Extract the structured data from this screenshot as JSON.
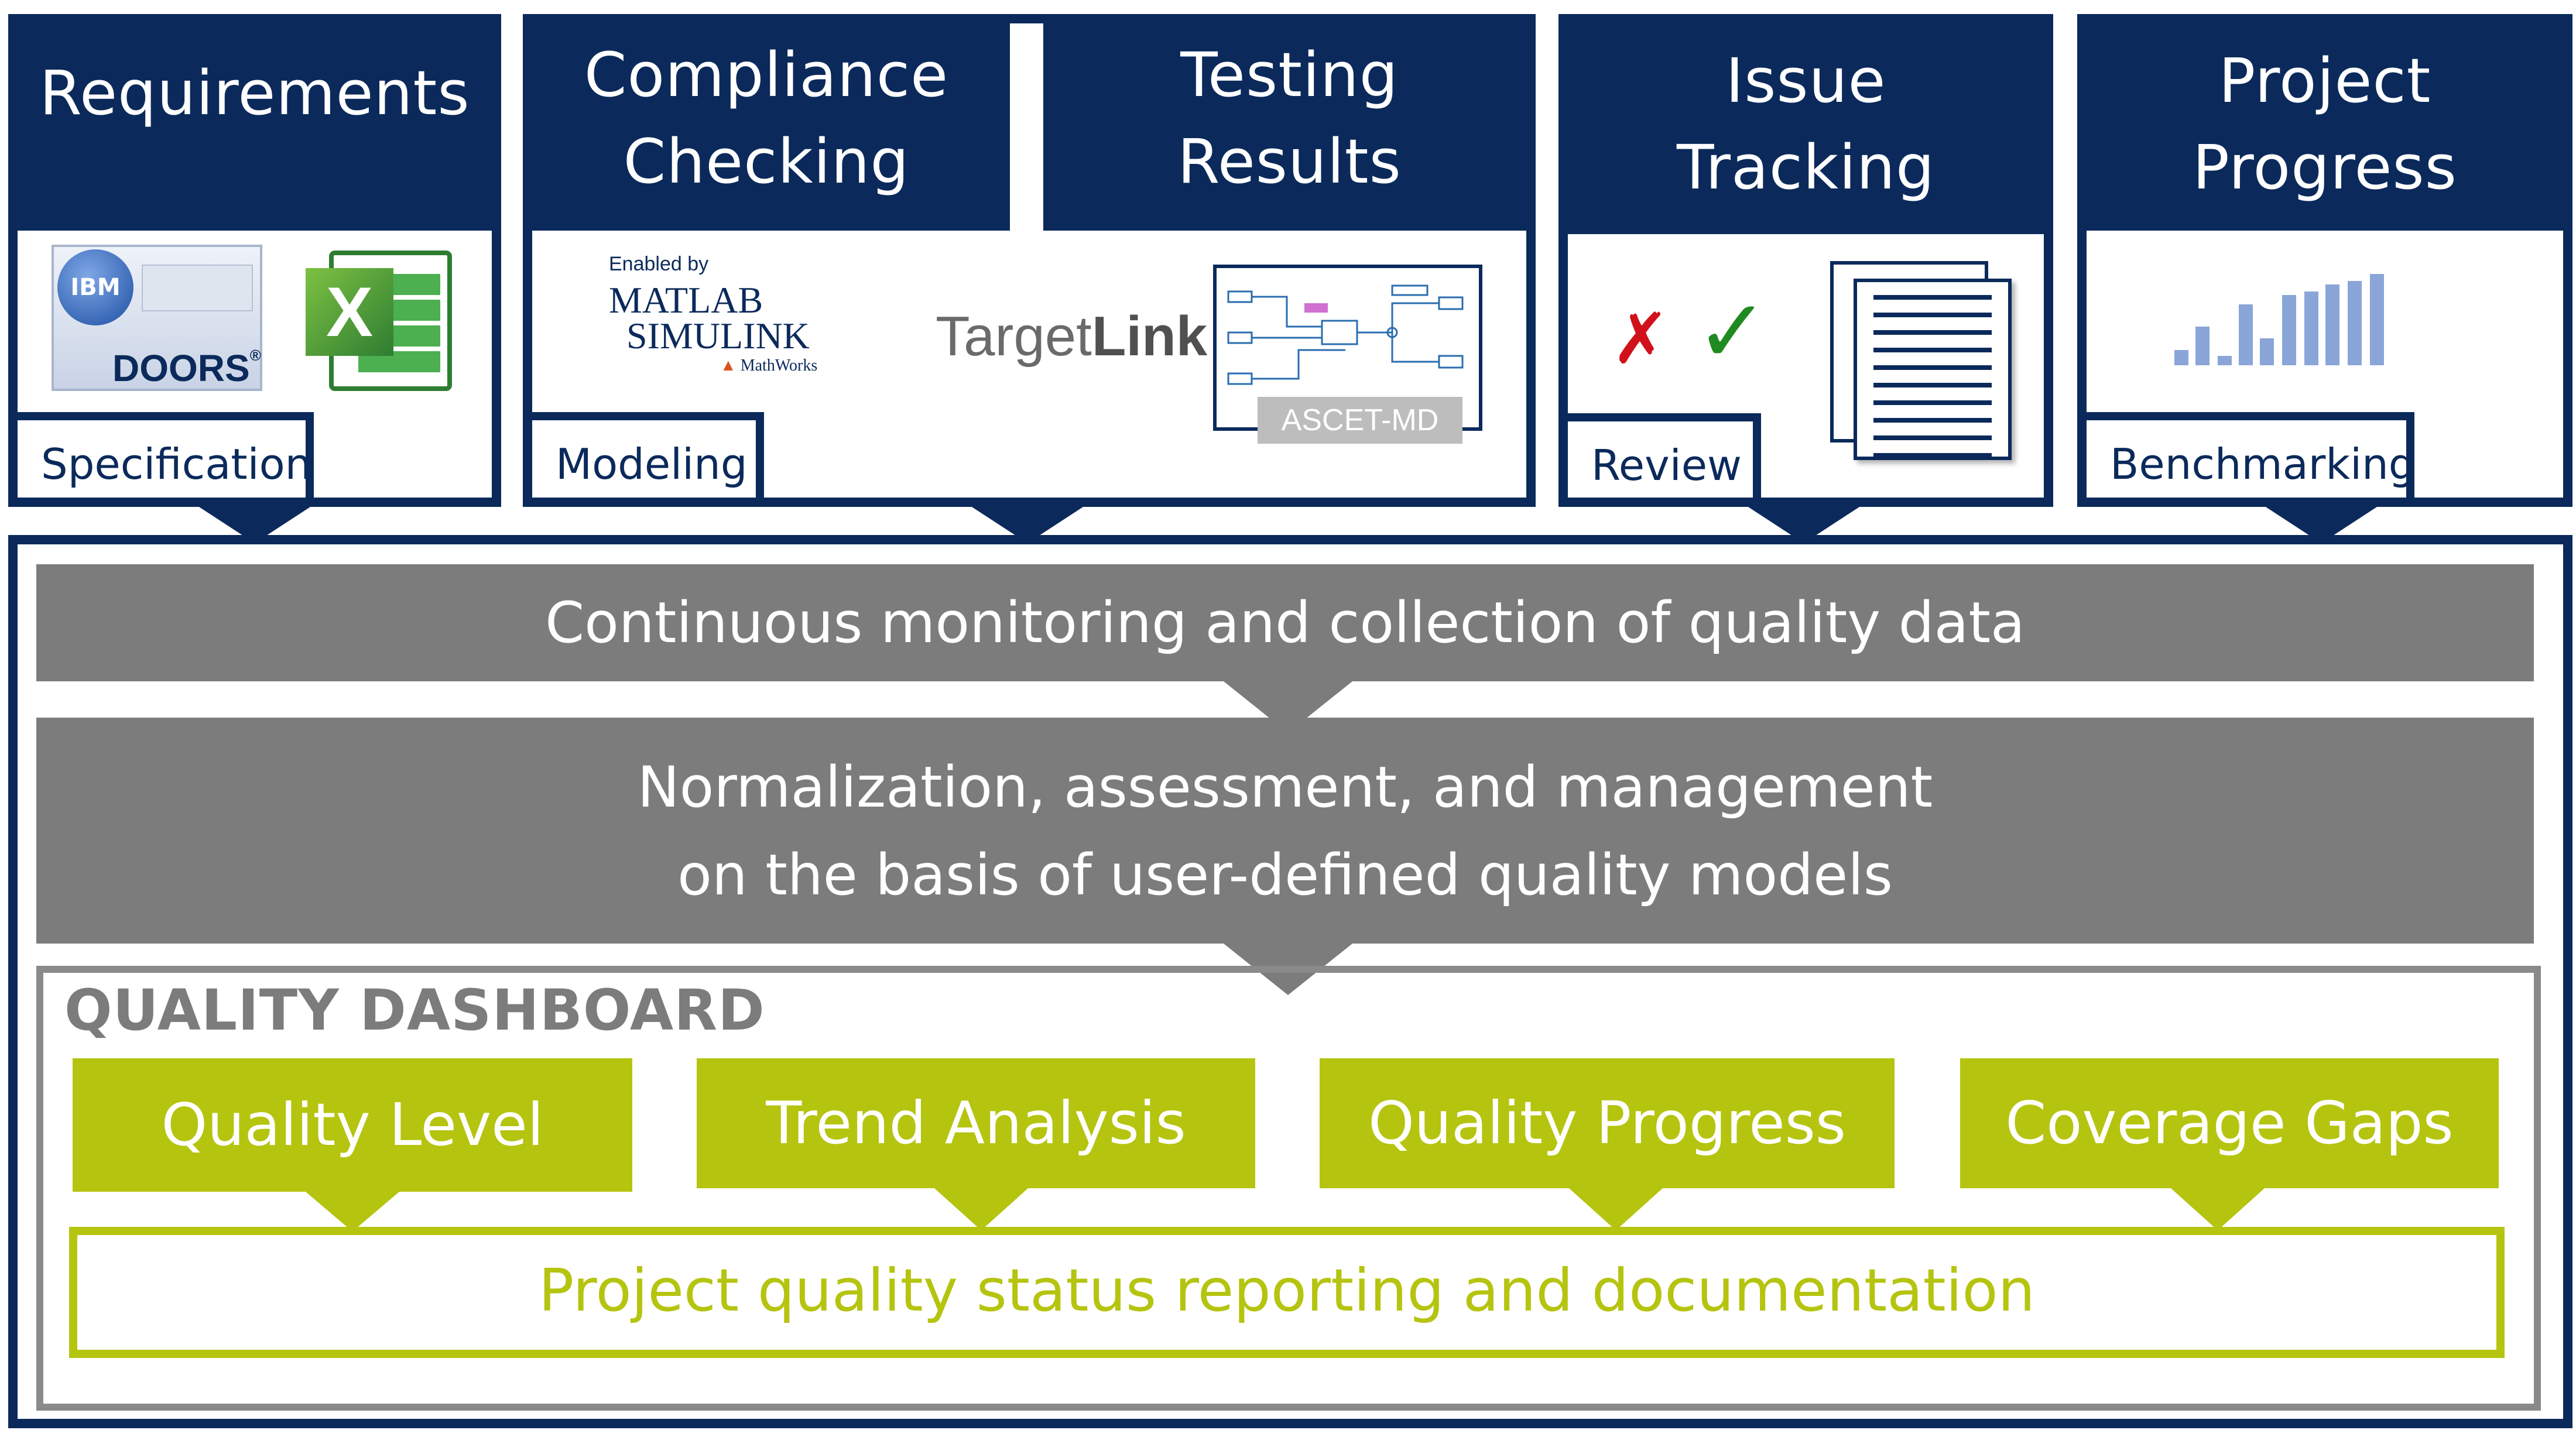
{
  "modules": {
    "requirements": {
      "title": "Requirements",
      "tab": "Specification",
      "ibm_text": "IBM",
      "doors_text": "DOORS",
      "doors_mark": "®"
    },
    "modeling": {
      "title_line1": "Compliance",
      "title_line2": "Checking",
      "tab": "Modeling",
      "enabled_by": "Enabled by",
      "matlab": "MATLAB",
      "simulink": "SIMULINK",
      "mathworks": "MathWorks",
      "targetlink_a": "Target",
      "targetlink_b": "Link",
      "ascet": "ASCET-MD"
    },
    "testing": {
      "title_line1": "Testing",
      "title_line2": "Results"
    },
    "issue": {
      "title_line1": "Issue",
      "title_line2": "Tracking",
      "tab": "Review",
      "cross": "✗",
      "check": "✓"
    },
    "progress": {
      "title_line1": "Project",
      "title_line2": "Progress",
      "tab": "Benchmarking"
    }
  },
  "bands": {
    "band1": "Continuous monitoring and collection of quality data",
    "band2_line1": "Normalization, assessment, and management",
    "band2_line2": "on the basis of user-defined quality models"
  },
  "dashboard": {
    "title": "QUALITY DASHBOARD",
    "boxes": [
      "Quality Level",
      "Trend Analysis",
      "Quality Progress",
      "Coverage Gaps"
    ],
    "report": "Project quality status reporting and documentation"
  },
  "colors": {
    "navy": "#0b2a5b",
    "grey": "#7c7c7c",
    "green": "#b5c40f",
    "bar_blue": "#8aa5d8"
  }
}
